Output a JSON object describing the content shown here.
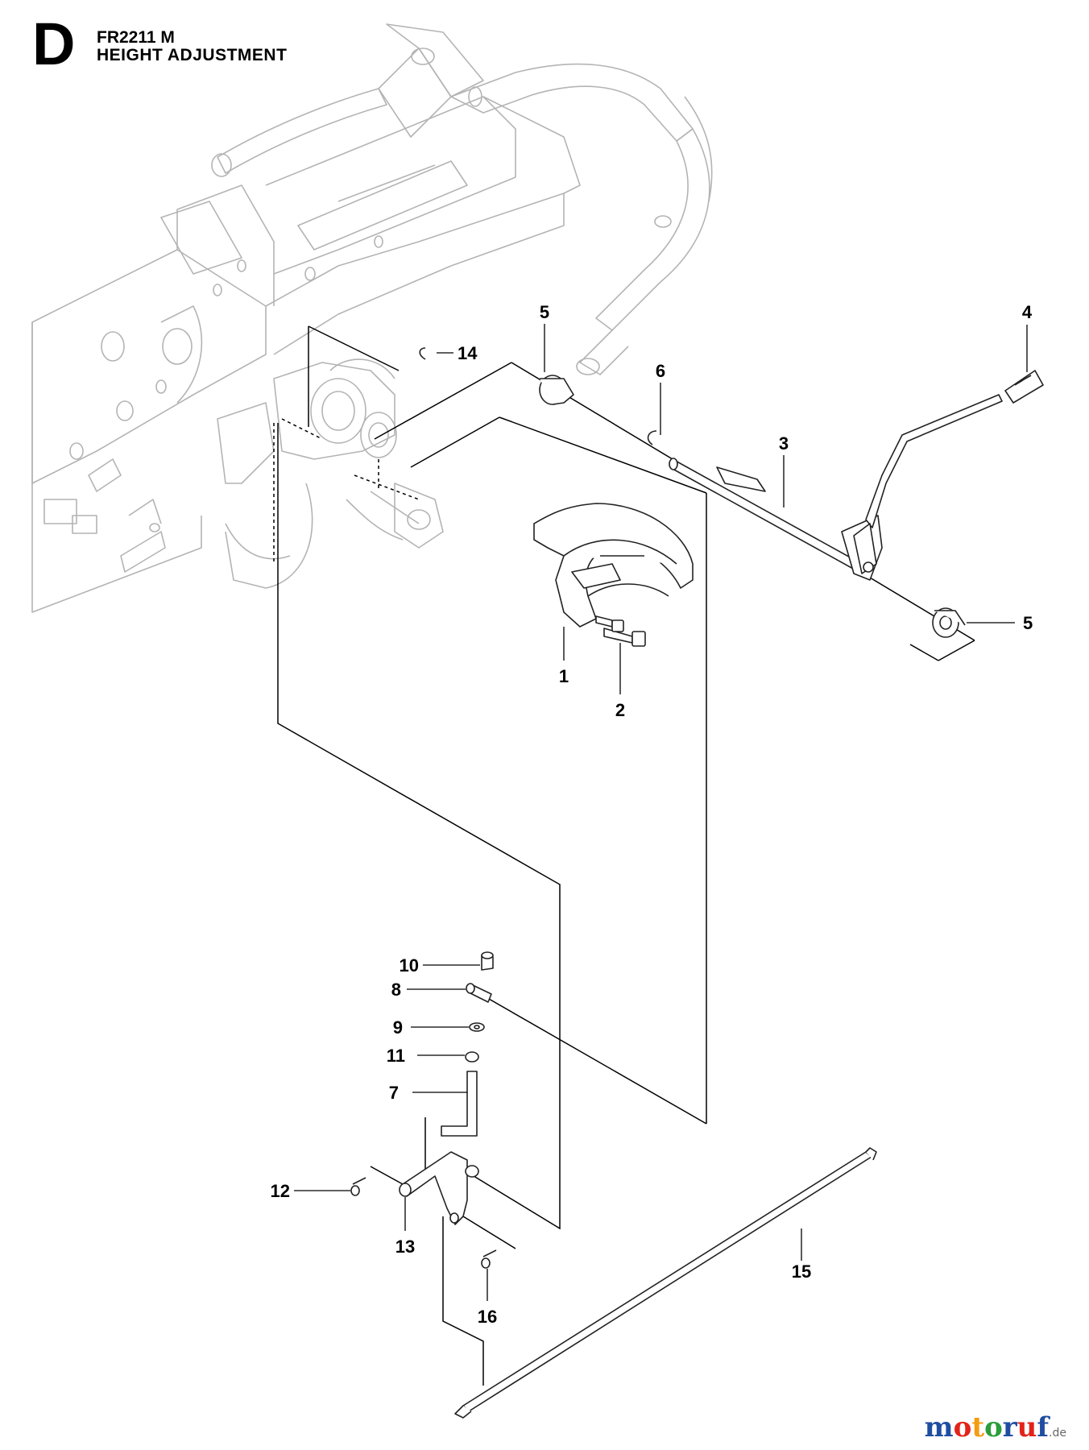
{
  "header": {
    "section_letter": "D",
    "model": "FR2211 M",
    "title": "HEIGHT ADJUSTMENT"
  },
  "callouts": [
    "5",
    "4",
    "14",
    "6",
    "3",
    "5",
    "1",
    "2",
    "10",
    "8",
    "9",
    "11",
    "7",
    "12",
    "13",
    "16",
    "15"
  ],
  "watermark": {
    "letters": [
      "m",
      "o",
      "t",
      "o",
      "r",
      "u",
      "f"
    ],
    "colors": [
      "#1f4ea1",
      "#e2231a",
      "#f39c12",
      "#2a9d3a",
      "#1f4ea1",
      "#e2231a",
      "#1f4ea1"
    ],
    "suffix": ".de"
  }
}
